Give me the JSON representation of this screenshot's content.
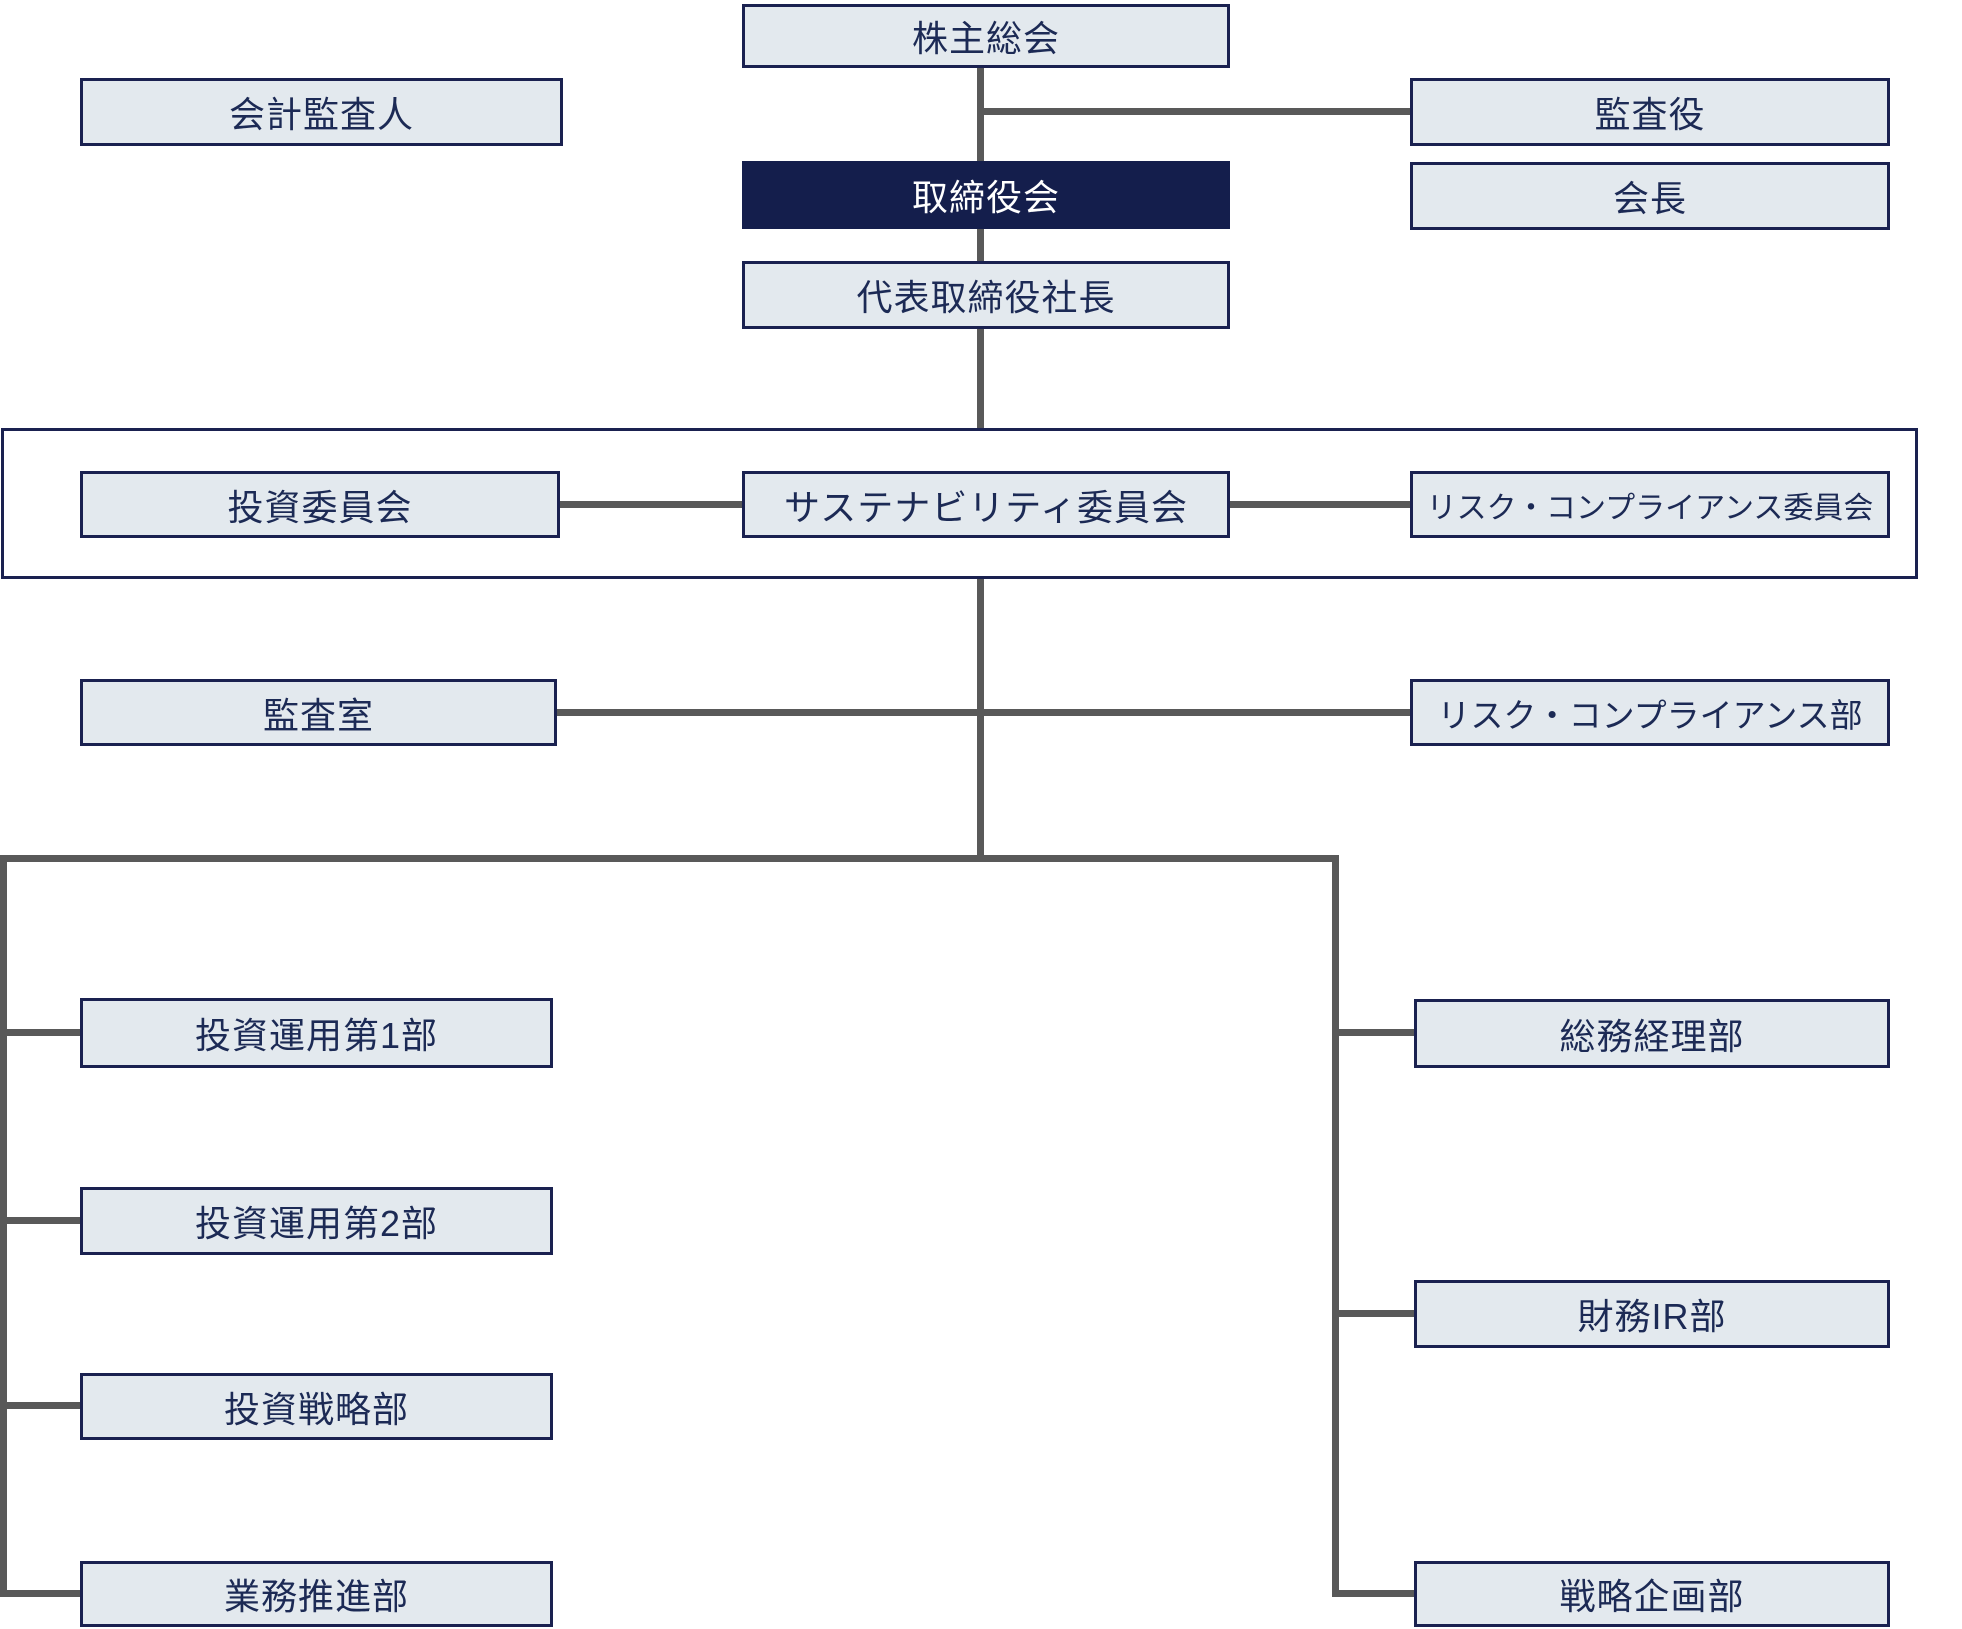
{
  "diagram": {
    "type": "organization-chart",
    "language": "ja"
  },
  "colors": {
    "box_fill": "#e3e9ee",
    "box_border": "#1a2150",
    "highlight_fill": "#141e4c",
    "highlight_text": "#ffffff",
    "text": "#1c2a55",
    "line": "#595959"
  },
  "nodes": {
    "shareholders_meeting": {
      "label": "株主総会"
    },
    "accounting_auditor": {
      "label": "会計監査人"
    },
    "audit_officer": {
      "label": "監査役"
    },
    "board_of_directors": {
      "label": "取締役会",
      "highlighted": true
    },
    "chairman": {
      "label": "会長"
    },
    "president": {
      "label": "代表取締役社長"
    },
    "investment_committee": {
      "label": "投資委員会"
    },
    "sustainability_committee": {
      "label": "サステナビリティ委員会"
    },
    "risk_compliance_committee": {
      "label": "リスク・コンプライアンス委員会"
    },
    "audit_office": {
      "label": "監査室"
    },
    "risk_compliance_dept": {
      "label": "リスク・コンプライアンス部"
    },
    "investment_mgmt_dept1": {
      "label": "投資運用第1部"
    },
    "investment_mgmt_dept2": {
      "label": "投資運用第2部"
    },
    "investment_strategy_dept": {
      "label": "投資戦略部"
    },
    "business_promotion_dept": {
      "label": "業務推進部"
    },
    "general_affairs_accounting_dept": {
      "label": "総務経理部"
    },
    "finance_ir_dept": {
      "label": "財務IR部"
    },
    "strategic_planning_dept": {
      "label": "戦略企画部"
    }
  }
}
